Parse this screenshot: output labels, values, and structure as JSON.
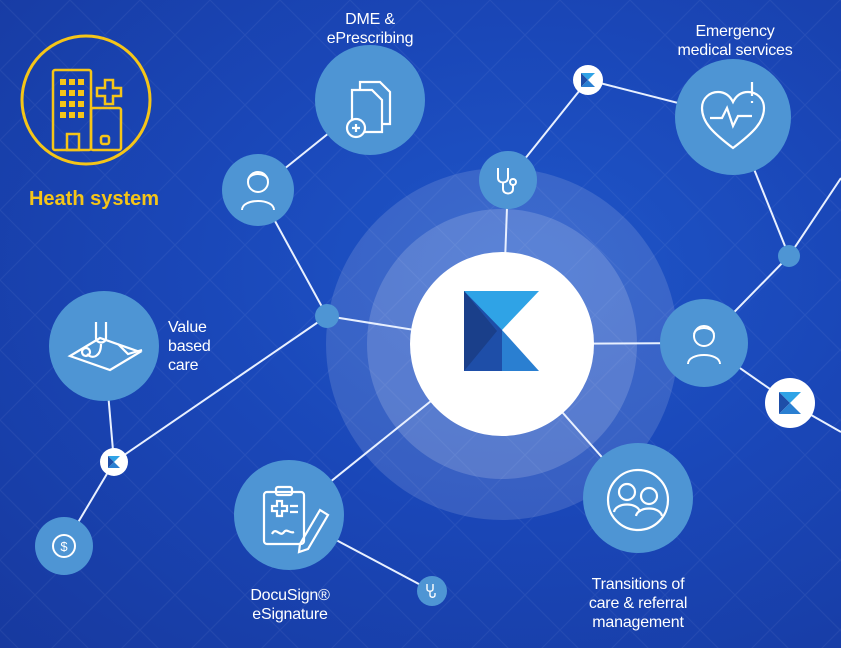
{
  "colors": {
    "background": "#1a47b8",
    "node": "#4e95d4",
    "node_light": "#6aa8e0",
    "line": "#e8f0ff",
    "brand_yellow": "#f5c518",
    "logo_dark": "#1e4ea8",
    "logo_light": "#2fa3e6"
  },
  "health_system": {
    "label": "Heath system",
    "icon": "hospital-building-icon"
  },
  "center": {
    "icon": "k-brand-logo"
  },
  "labels": {
    "dme": "DME &\nePrescribing",
    "ems": "Emergency\nmedical services",
    "value_based": "Value\nbased\ncare",
    "docusign": "DocuSign®\neSignature",
    "transitions": "Transitions of\ncare & referral\nmanagement"
  },
  "nodes": [
    {
      "id": "dme",
      "icon": "documents-plus-icon"
    },
    {
      "id": "ems",
      "icon": "heart-alert-icon"
    },
    {
      "id": "value-based",
      "icon": "stethoscope-map-icon"
    },
    {
      "id": "docusign",
      "icon": "clipboard-pen-icon"
    },
    {
      "id": "transitions",
      "icon": "patient-transfer-icon"
    },
    {
      "id": "provider-left",
      "icon": "doctor-icon"
    },
    {
      "id": "provider-right",
      "icon": "doctor-icon"
    },
    {
      "id": "stethoscope-top",
      "icon": "stethoscope-icon"
    },
    {
      "id": "stethoscope-small",
      "icon": "stethoscope-icon"
    },
    {
      "id": "payment",
      "icon": "dollar-icon"
    }
  ]
}
